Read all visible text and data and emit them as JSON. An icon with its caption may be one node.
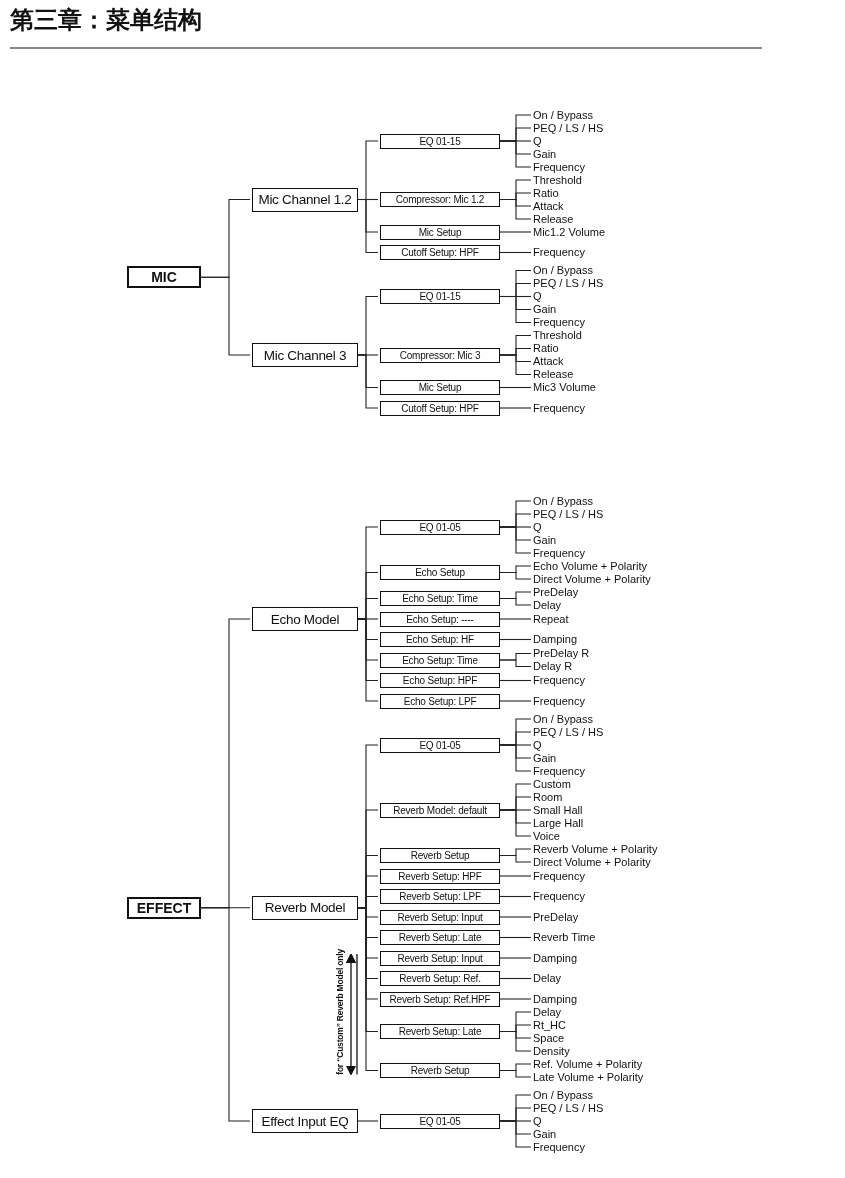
{
  "diagram": {
    "title": "第三章：菜单结构",
    "nodes": [
      {
        "text": [
          "MIC"
        ]
      },
      {
        "text": [
          "Mic Channel 1.2"
        ]
      },
      {
        "text": [
          "EQ 01-15"
        ]
      },
      {
        "text": [
          "On / Bypass"
        ]
      },
      {
        "text": [
          "PEQ / LS / HS"
        ]
      },
      {
        "text": [
          "Q"
        ]
      },
      {
        "text": [
          "Gain"
        ]
      },
      {
        "text": [
          "Frequency"
        ]
      },
      {
        "text": [
          "Compressor: Mic 1.2"
        ]
      },
      {
        "text": [
          "Threshold"
        ]
      },
      {
        "text": [
          "Ratio"
        ]
      },
      {
        "text": [
          "Attack"
        ]
      },
      {
        "text": [
          "Release"
        ]
      },
      {
        "text": [
          "Mic Setup"
        ]
      },
      {
        "text": [
          "Mic1.2 Volume"
        ]
      },
      {
        "text": [
          "Cutoff Setup: HPF"
        ]
      },
      {
        "text": [
          "Frequency"
        ]
      },
      {
        "text": [
          "Mic Channel 3"
        ]
      },
      {
        "text": [
          "EQ 01-15"
        ]
      },
      {
        "text": [
          "On / Bypass"
        ]
      },
      {
        "text": [
          "PEQ / LS / HS"
        ]
      },
      {
        "text": [
          "Q"
        ]
      },
      {
        "text": [
          "Gain"
        ]
      },
      {
        "text": [
          "Frequency"
        ]
      },
      {
        "text": [
          "Compressor: Mic 3"
        ]
      },
      {
        "text": [
          "Threshold"
        ]
      },
      {
        "text": [
          "Ratio"
        ]
      },
      {
        "text": [
          "Attack"
        ]
      },
      {
        "text": [
          "Release"
        ]
      },
      {
        "text": [
          "Mic Setup"
        ]
      },
      {
        "text": [
          "Mic3 Volume"
        ]
      },
      {
        "text": [
          "Cutoff Setup: HPF"
        ]
      },
      {
        "text": [
          "Frequency"
        ]
      },
      {
        "text": [
          "EFFECT"
        ]
      },
      {
        "text": [
          "Echo Model"
        ]
      },
      {
        "text": [
          "EQ 01-05"
        ]
      },
      {
        "text": [
          "On / Bypass"
        ]
      },
      {
        "text": [
          "PEQ / LS / HS"
        ]
      },
      {
        "text": [
          "Q"
        ]
      },
      {
        "text": [
          "Gain"
        ]
      },
      {
        "text": [
          "Frequency"
        ]
      },
      {
        "text": [
          "Echo Setup"
        ]
      },
      {
        "text": [
          "Echo Volume + Polarity"
        ]
      },
      {
        "text": [
          "Direct Volume + Polarity"
        ]
      },
      {
        "text": [
          "Echo Setup: Time"
        ]
      },
      {
        "text": [
          "PreDelay"
        ]
      },
      {
        "text": [
          "Delay"
        ]
      },
      {
        "text": [
          "Echo Setup: ----"
        ]
      },
      {
        "text": [
          "Repeat"
        ]
      },
      {
        "text": [
          "Echo Setup: HF"
        ]
      },
      {
        "text": [
          "Damping"
        ]
      },
      {
        "text": [
          "Echo Setup: Time"
        ]
      },
      {
        "text": [
          "PreDelay R"
        ]
      },
      {
        "text": [
          "Delay R"
        ]
      },
      {
        "text": [
          "Echo Setup: HPF"
        ]
      },
      {
        "text": [
          "Frequency"
        ]
      },
      {
        "text": [
          "Echo Setup: LPF"
        ]
      },
      {
        "text": [
          "Frequency"
        ]
      },
      {
        "text": [
          "Reverb Model"
        ]
      },
      {
        "text": [
          "EQ 01-05"
        ]
      },
      {
        "text": [
          "On / Bypass"
        ]
      },
      {
        "text": [
          "PEQ / LS / HS"
        ]
      },
      {
        "text": [
          "Q"
        ]
      },
      {
        "text": [
          "Gain"
        ]
      },
      {
        "text": [
          "Frequency"
        ]
      },
      {
        "text": [
          "Reverb Model: default"
        ]
      },
      {
        "text": [
          "Custom"
        ]
      },
      {
        "text": [
          "Room"
        ]
      },
      {
        "text": [
          "Small Hall"
        ]
      },
      {
        "text": [
          "Large Hall"
        ]
      },
      {
        "text": [
          "Voice"
        ]
      },
      {
        "text": [
          "Reverb Setup"
        ]
      },
      {
        "text": [
          "Reverb Volume + Polarity"
        ]
      },
      {
        "text": [
          "Direct Volume + Polarity"
        ]
      },
      {
        "text": [
          "Reverb Setup: HPF"
        ]
      },
      {
        "text": [
          "Frequency"
        ]
      },
      {
        "text": [
          "Reverb Setup: LPF"
        ]
      },
      {
        "text": [
          "Frequency"
        ]
      },
      {
        "text": [
          "Reverb Setup: Input"
        ]
      },
      {
        "text": [
          "PreDelay"
        ]
      },
      {
        "text": [
          "Reverb Setup: Late"
        ]
      },
      {
        "text": [
          "Reverb Time"
        ]
      },
      {
        "text": [
          "Reverb Setup: Input"
        ]
      },
      {
        "text": [
          "Damping"
        ]
      },
      {
        "text": [
          "Reverb Setup: Ref."
        ]
      },
      {
        "text": [
          "Delay"
        ]
      },
      {
        "text": [
          "Reverb Setup: Ref.HPF"
        ]
      },
      {
        "text": [
          "Damping"
        ]
      },
      {
        "text": [
          "Reverb Setup: Late"
        ]
      },
      {
        "text": [
          "Delay"
        ]
      },
      {
        "text": [
          "Rt_HC"
        ]
      },
      {
        "text": [
          "Space"
        ]
      },
      {
        "text": [
          "Density"
        ]
      },
      {
        "text": [
          "Reverb Setup"
        ]
      },
      {
        "text": [
          "Ref. Volume + Polarity"
        ]
      },
      {
        "text": [
          "Late Volume + Polarity"
        ]
      },
      {
        "text": [
          "Effect Input EQ"
        ]
      },
      {
        "text": [
          "EQ 01-05"
        ]
      },
      {
        "text": [
          "On / Bypass"
        ]
      },
      {
        "text": [
          "PEQ / LS / HS"
        ]
      },
      {
        "text": [
          "Q"
        ]
      },
      {
        "text": [
          "Gain"
        ]
      },
      {
        "text": [
          "Frequency"
        ]
      }
    ],
    "edges": [
      {
        "from": 0,
        "to": 1,
        "arrow": "none"
      },
      {
        "from": 1,
        "to": 2,
        "arrow": "none"
      },
      {
        "from": 2,
        "to": 3,
        "arrow": "none"
      },
      {
        "from": 2,
        "to": 4,
        "arrow": "none"
      },
      {
        "from": 2,
        "to": 5,
        "arrow": "none"
      },
      {
        "from": 2,
        "to": 6,
        "arrow": "none"
      },
      {
        "from": 2,
        "to": 7,
        "arrow": "none"
      },
      {
        "from": 1,
        "to": 8,
        "arrow": "none"
      },
      {
        "from": 8,
        "to": 9,
        "arrow": "none"
      },
      {
        "from": 8,
        "to": 10,
        "arrow": "none"
      },
      {
        "from": 8,
        "to": 11,
        "arrow": "none"
      },
      {
        "from": 8,
        "to": 12,
        "arrow": "none"
      },
      {
        "from": 1,
        "to": 13,
        "arrow": "none"
      },
      {
        "from": 13,
        "to": 14,
        "arrow": "none"
      },
      {
        "from": 1,
        "to": 15,
        "arrow": "none"
      },
      {
        "from": 15,
        "to": 16,
        "arrow": "none"
      },
      {
        "from": 0,
        "to": 17,
        "arrow": "none"
      },
      {
        "from": 17,
        "to": 18,
        "arrow": "none"
      },
      {
        "from": 18,
        "to": 19,
        "arrow": "none"
      },
      {
        "from": 18,
        "to": 20,
        "arrow": "none"
      },
      {
        "from": 18,
        "to": 21,
        "arrow": "none"
      },
      {
        "from": 18,
        "to": 22,
        "arrow": "none"
      },
      {
        "from": 18,
        "to": 23,
        "arrow": "none"
      },
      {
        "from": 17,
        "to": 24,
        "arrow": "none"
      },
      {
        "from": 24,
        "to": 25,
        "arrow": "none"
      },
      {
        "from": 24,
        "to": 26,
        "arrow": "none"
      },
      {
        "from": 24,
        "to": 27,
        "arrow": "none"
      },
      {
        "from": 24,
        "to": 28,
        "arrow": "none"
      },
      {
        "from": 17,
        "to": 29,
        "arrow": "none"
      },
      {
        "from": 29,
        "to": 30,
        "arrow": "none"
      },
      {
        "from": 17,
        "to": 31,
        "arrow": "none"
      },
      {
        "from": 31,
        "to": 32,
        "arrow": "none"
      },
      {
        "from": 33,
        "to": 34,
        "arrow": "none"
      },
      {
        "from": 34,
        "to": 35,
        "arrow": "none"
      },
      {
        "from": 35,
        "to": 36,
        "arrow": "none"
      },
      {
        "from": 35,
        "to": 37,
        "arrow": "none"
      },
      {
        "from": 35,
        "to": 38,
        "arrow": "none"
      },
      {
        "from": 35,
        "to": 39,
        "arrow": "none"
      },
      {
        "from": 35,
        "to": 40,
        "arrow": "none"
      },
      {
        "from": 34,
        "to": 41,
        "arrow": "none"
      },
      {
        "from": 41,
        "to": 42,
        "arrow": "none"
      },
      {
        "from": 41,
        "to": 43,
        "arrow": "none"
      },
      {
        "from": 34,
        "to": 44,
        "arrow": "none"
      },
      {
        "from": 44,
        "to": 45,
        "arrow": "none"
      },
      {
        "from": 44,
        "to": 46,
        "arrow": "none"
      },
      {
        "from": 34,
        "to": 47,
        "arrow": "none"
      },
      {
        "from": 47,
        "to": 48,
        "arrow": "none"
      },
      {
        "from": 34,
        "to": 49,
        "arrow": "none"
      },
      {
        "from": 49,
        "to": 50,
        "arrow": "none"
      },
      {
        "from": 34,
        "to": 51,
        "arrow": "none"
      },
      {
        "from": 51,
        "to": 52,
        "arrow": "none"
      },
      {
        "from": 51,
        "to": 53,
        "arrow": "none"
      },
      {
        "from": 34,
        "to": 54,
        "arrow": "none"
      },
      {
        "from": 54,
        "to": 55,
        "arrow": "none"
      },
      {
        "from": 34,
        "to": 56,
        "arrow": "none"
      },
      {
        "from": 56,
        "to": 57,
        "arrow": "none"
      },
      {
        "from": 33,
        "to": 58,
        "arrow": "none"
      },
      {
        "from": 58,
        "to": 59,
        "arrow": "none"
      },
      {
        "from": 59,
        "to": 60,
        "arrow": "none"
      },
      {
        "from": 59,
        "to": 61,
        "arrow": "none"
      },
      {
        "from": 59,
        "to": 62,
        "arrow": "none"
      },
      {
        "from": 59,
        "to": 63,
        "arrow": "none"
      },
      {
        "from": 59,
        "to": 64,
        "arrow": "none"
      },
      {
        "from": 58,
        "to": 65,
        "arrow": "none"
      },
      {
        "from": 65,
        "to": 66,
        "arrow": "none"
      },
      {
        "from": 65,
        "to": 67,
        "arrow": "none"
      },
      {
        "from": 65,
        "to": 68,
        "arrow": "none"
      },
      {
        "from": 65,
        "to": 69,
        "arrow": "none"
      },
      {
        "from": 65,
        "to": 70,
        "arrow": "none"
      },
      {
        "from": 58,
        "to": 71,
        "arrow": "none"
      },
      {
        "from": 71,
        "to": 72,
        "arrow": "none"
      },
      {
        "from": 71,
        "to": 73,
        "arrow": "none"
      },
      {
        "from": 58,
        "to": 74,
        "arrow": "none"
      },
      {
        "from": 74,
        "to": 75,
        "arrow": "none"
      },
      {
        "from": 58,
        "to": 76,
        "arrow": "none"
      },
      {
        "from": 76,
        "to": 77,
        "arrow": "none"
      },
      {
        "from": 58,
        "to": 78,
        "arrow": "none"
      },
      {
        "from": 78,
        "to": 79,
        "arrow": "none"
      },
      {
        "from": 58,
        "to": 80,
        "arrow": "none"
      },
      {
        "from": 80,
        "to": 81,
        "arrow": "none"
      },
      {
        "from": 58,
        "to": 82,
        "arrow": "none"
      },
      {
        "from": 82,
        "to": 83,
        "arrow": "none"
      },
      {
        "from": 58,
        "to": 84,
        "arrow": "none"
      },
      {
        "from": 84,
        "to": 85,
        "arrow": "none"
      },
      {
        "from": 58,
        "to": 86,
        "arrow": "none"
      },
      {
        "from": 86,
        "to": 87,
        "arrow": "none"
      },
      {
        "from": 58,
        "to": 88,
        "arrow": "none"
      },
      {
        "from": 88,
        "to": 89,
        "arrow": "none"
      },
      {
        "from": 88,
        "to": 90,
        "arrow": "none"
      },
      {
        "from": 88,
        "to": 91,
        "arrow": "none"
      },
      {
        "from": 88,
        "to": 92,
        "arrow": "none"
      },
      {
        "from": 58,
        "to": 93,
        "arrow": "none"
      },
      {
        "from": 93,
        "to": 94,
        "arrow": "none"
      },
      {
        "from": 93,
        "to": 95,
        "arrow": "none"
      },
      {
        "from": 33,
        "to": 96,
        "arrow": "none"
      },
      {
        "from": 96,
        "to": 97,
        "arrow": "none"
      },
      {
        "from": 97,
        "to": 98,
        "arrow": "none"
      },
      {
        "from": 97,
        "to": 99,
        "arrow": "none"
      },
      {
        "from": 97,
        "to": 100,
        "arrow": "none"
      },
      {
        "from": 97,
        "to": 101,
        "arrow": "none"
      },
      {
        "from": 97,
        "to": 102,
        "arrow": "none"
      }
    ],
    "labels": [
      "for “Custom” Reverb Model only"
    ]
  }
}
